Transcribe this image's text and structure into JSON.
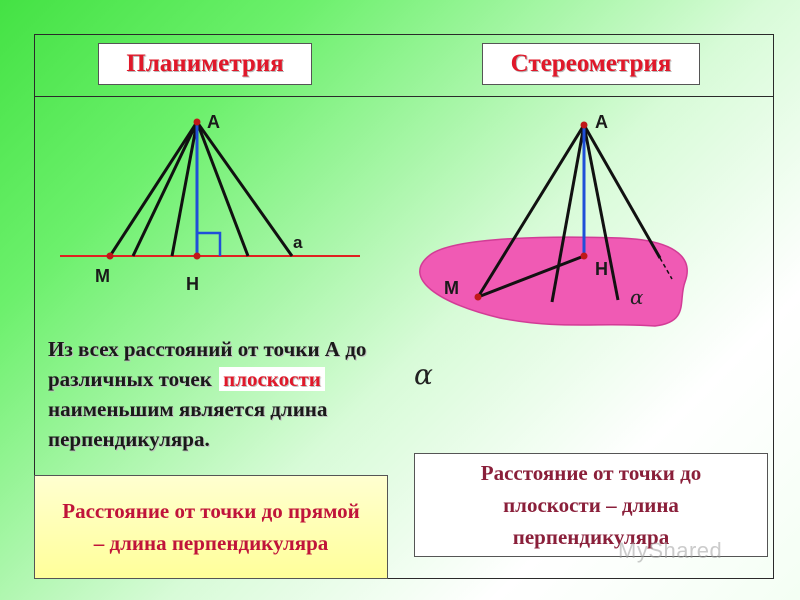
{
  "titles": {
    "left": "Планиметрия",
    "right": "Стереометрия"
  },
  "planimetry": {
    "point_a": "A",
    "point_h": "H",
    "point_m": "M",
    "line_label": "a"
  },
  "stereometry": {
    "point_a": "A",
    "point_h": "H",
    "point_m": "M",
    "plane_label": "α"
  },
  "statement": {
    "line1": "Из всех расстояний от точки А до",
    "line2_start": "различных точек",
    "line2_highlight": "плоскости",
    "line3": "наименьшим является длина",
    "line4": "перпендикуляра."
  },
  "definitions": {
    "line": "Расстояние от точки до прямой – длина перпендикуляра",
    "plane": "Расстояние от точки до плоскости – длина перпендикуляра"
  },
  "watermark": "MyShared",
  "colors": {
    "title_text": "#e0182a",
    "perpendicular": "#1f4fd8",
    "base_line": "#e02020",
    "point": "#c01818",
    "plane_fill": "#f05ab4"
  }
}
